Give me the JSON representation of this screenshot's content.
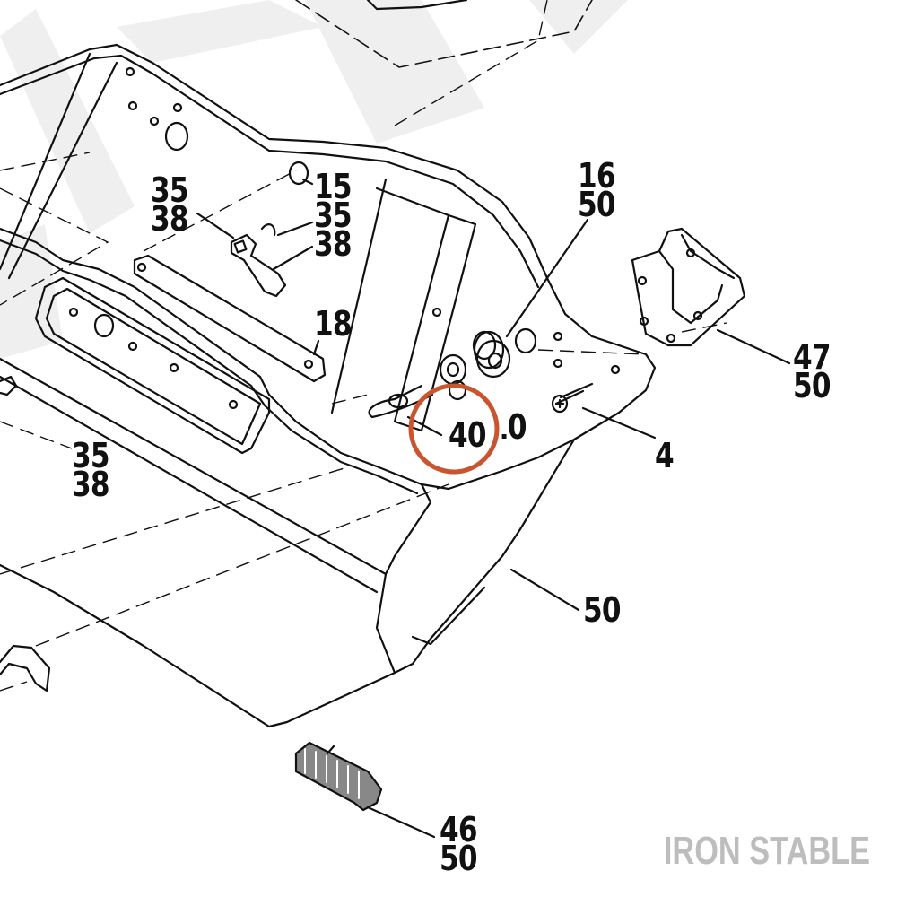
{
  "callouts": {
    "c_35_38_upper": [
      "35",
      "38"
    ],
    "c_15_35_38": [
      "15",
      "35",
      "38"
    ],
    "c_16_50": [
      "16",
      "50"
    ],
    "c_18": [
      "18"
    ],
    "c_47_50": [
      "47",
      "50"
    ],
    "c_40": [
      "40"
    ],
    "c_10": [
      "10"
    ],
    "c_4": [
      "4"
    ],
    "c_35_38_lower": [
      "35",
      "38"
    ],
    "c_50": [
      "50"
    ],
    "c_46_50": [
      "46",
      "50"
    ]
  },
  "brand": "IRON STABLE",
  "colors": {
    "line": "#111111",
    "highlight_circle": "#c9542e",
    "watermark": "#efefef",
    "brand": "#bdbdbd"
  },
  "icons": [
    "parts-diagram-illustration",
    "highlight-circle"
  ]
}
